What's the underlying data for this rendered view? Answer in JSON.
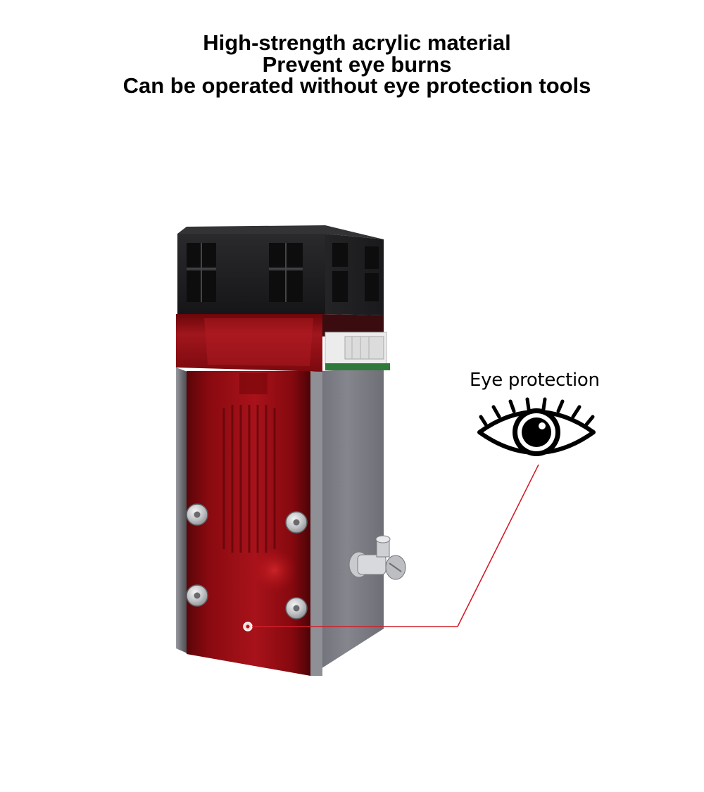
{
  "headline": {
    "line1": "High-strength acrylic material",
    "line2": "Prevent eye burns",
    "line3": "Can be operated without eye protection tools"
  },
  "callout": {
    "label": "Eye protection",
    "icon": "eye-icon",
    "leader_color": "#d0202a"
  },
  "product": {
    "icon": "laser-module-photo",
    "acrylic_color": "#8e0b12",
    "housing_color": "#7d7e85",
    "cap_color": "#1e1e20"
  }
}
